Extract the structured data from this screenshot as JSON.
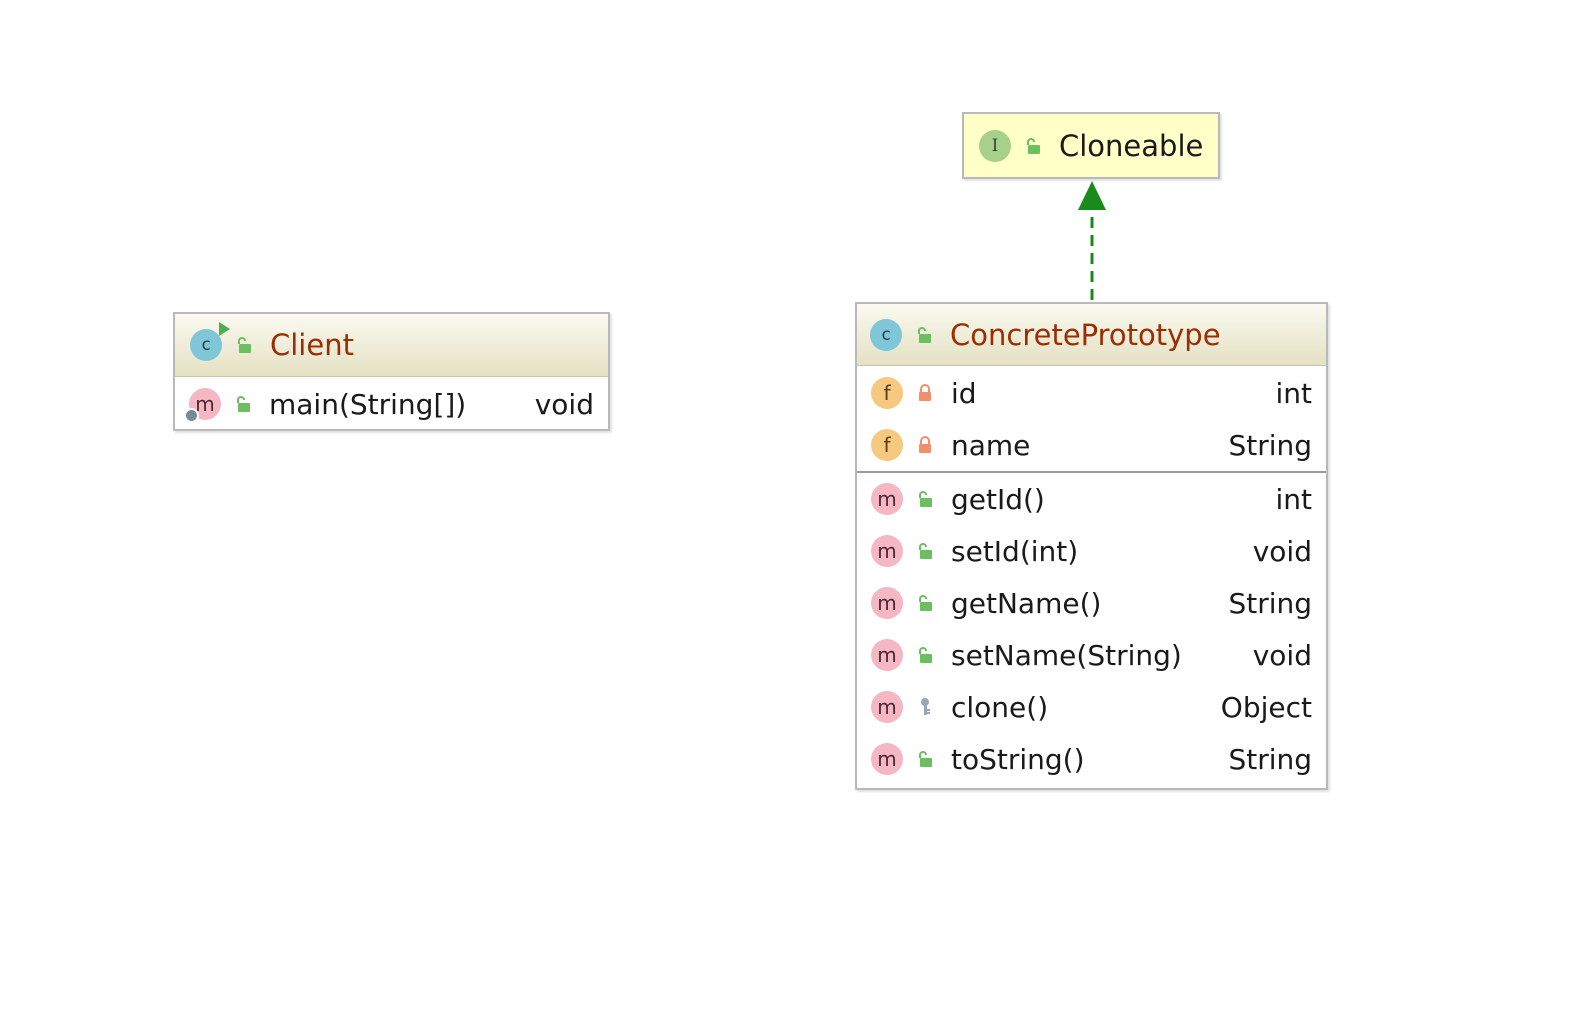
{
  "client": {
    "name": "Client",
    "kind_letter": "c",
    "methods": [
      {
        "name": "main(String[])",
        "type": "void",
        "visibility": "public",
        "static": true
      }
    ]
  },
  "cloneable": {
    "name": "Cloneable",
    "kind_letter": "I"
  },
  "concrete": {
    "name": "ConcretePrototype",
    "kind_letter": "c",
    "fields": [
      {
        "name": "id",
        "type": "int",
        "visibility": "private"
      },
      {
        "name": "name",
        "type": "String",
        "visibility": "private"
      }
    ],
    "methods": [
      {
        "name": "getId()",
        "type": "int",
        "visibility": "public"
      },
      {
        "name": "setId(int)",
        "type": "void",
        "visibility": "public"
      },
      {
        "name": "getName()",
        "type": "String",
        "visibility": "public"
      },
      {
        "name": "setName(String)",
        "type": "void",
        "visibility": "public"
      },
      {
        "name": "clone()",
        "type": "Object",
        "visibility": "protected"
      },
      {
        "name": "toString()",
        "type": "String",
        "visibility": "public"
      }
    ]
  },
  "member_letters": {
    "method": "m",
    "field": "f"
  },
  "colors": {
    "class_name": "#9b2d00",
    "header_top": "#fafaf0",
    "header_bottom": "#e4e1c4",
    "interface_fill": "#ffffc8",
    "realization_arrow": "#1a8a1a",
    "public_icon": "#6bbf5f",
    "private_icon": "#f08f6a",
    "protected_icon": "#9aa7b0"
  },
  "icons": {
    "public": "public-unlocked-icon",
    "private": "private-lock-icon",
    "protected": "protected-key-icon",
    "method": "method-icon",
    "field": "field-icon",
    "class": "class-icon",
    "interface": "interface-icon"
  }
}
